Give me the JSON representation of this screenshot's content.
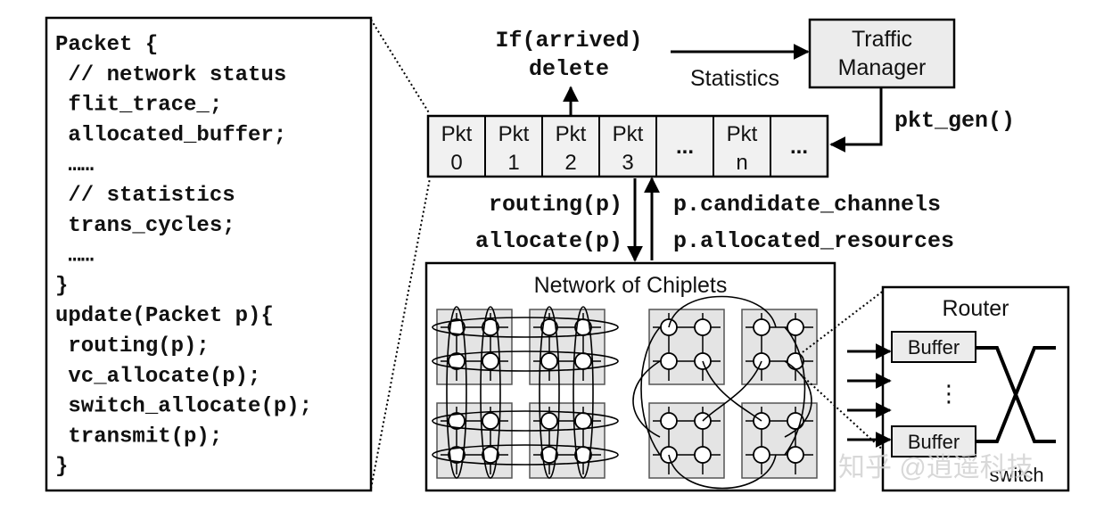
{
  "code_panel": {
    "lines": [
      "Packet {",
      " // network status",
      " flit_trace_;",
      " allocated_buffer;",
      " ……",
      " // statistics",
      " trans_cycles;",
      " ……",
      "}",
      "update(Packet p){",
      " routing(p);",
      " vc_allocate(p);",
      " switch_allocate(p);",
      " transmit(p);",
      "}"
    ]
  },
  "top_condition": {
    "line1": "If(arrived)",
    "line2": "delete"
  },
  "traffic_manager": {
    "line1": "Traffic",
    "line2": "Manager"
  },
  "statistics_label": "Statistics",
  "pkt_gen_label": "pkt_gen()",
  "packet_queue": [
    {
      "top": "Pkt",
      "bottom": "0"
    },
    {
      "top": "Pkt",
      "bottom": "1"
    },
    {
      "top": "Pkt",
      "bottom": "2"
    },
    {
      "top": "Pkt",
      "bottom": "3"
    },
    {
      "top": "...",
      "bottom": ""
    },
    {
      "top": "Pkt",
      "bottom": "n"
    },
    {
      "top": "...",
      "bottom": ""
    }
  ],
  "left_calls": {
    "line1": "routing(p)",
    "line2": "allocate(p)"
  },
  "right_results": {
    "line1": "p.candidate_channels",
    "line2": "p.allocated_resources"
  },
  "network_title": "Network of Chiplets",
  "router": {
    "title": "Router",
    "buffer_top": "Buffer",
    "dots": "⋮",
    "buffer_bottom": "Buffer",
    "switch_label": "switch"
  },
  "watermark": "知乎 @逍遥科技"
}
